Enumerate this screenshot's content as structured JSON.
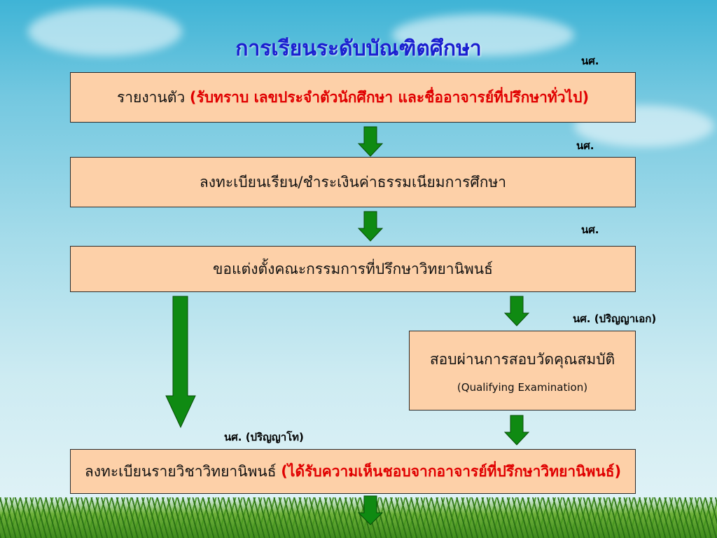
{
  "title": "การเรียนระดับบัณฑิตศึกษา",
  "steps": [
    {
      "text": "รายงานตัว ",
      "highlight": "(รับทราบ เลขประจำตัวนักศึกษา และชื่ออาจารย์ที่ปรึกษาทั่วไป)",
      "role": "นศ."
    },
    {
      "text": "ลงทะเบียนเรียน/ชำระเงินค่าธรรมเนียมการศึกษา",
      "role": "นศ."
    },
    {
      "text": "ขอแต่งตั้งคณะกรรมการที่ปรึกษาวิทยานิพนธ์",
      "role": "นศ."
    },
    {
      "text": "สอบผ่านการสอบวัดคุณสมบัติ",
      "subtext": "(Qualifying Examination)",
      "role": "นศ. (ปริญญาเอก)"
    },
    {
      "text": "ลงทะเบียนรายวิชาวิทยานิพนธ์ ",
      "highlight": "(ได้รับความเห็นชอบจากอาจารย์ที่ปรึกษาวิทยานิพนธ์)",
      "role": "นศ. (ปริญญาโท)"
    }
  ],
  "colors": {
    "title": "#1a1fd0",
    "box_fill": "#fdd0a8",
    "highlight": "#e00000",
    "arrow": "#0f8a12"
  }
}
